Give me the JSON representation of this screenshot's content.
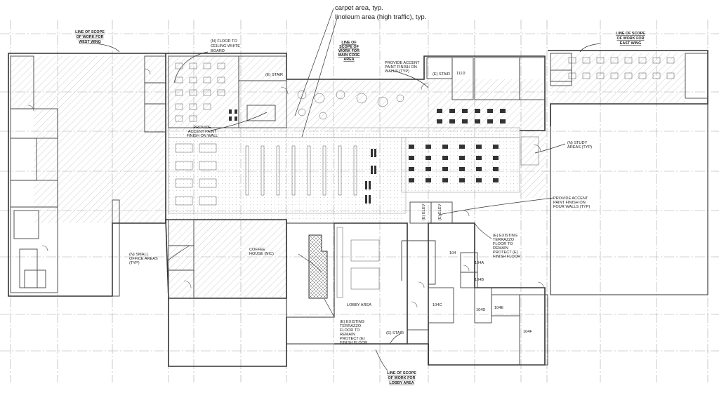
{
  "callouts": {
    "carpet": "carpet area, typ.",
    "linoleum": "linoleum area (high traffic), typ."
  },
  "scope": {
    "west": [
      "LINE OF SCOPE",
      "OF WORK FOR",
      "WEST WING"
    ],
    "main_core": [
      "LINE OF",
      "SCOPE OF",
      "WORK FOR",
      "MAIN CORE",
      "AREA"
    ],
    "east": [
      "LINE OF SCOPE",
      "OF WORK FOR",
      "EAST WING"
    ],
    "lobby": [
      "LINE OF SCOPE",
      "OF WORK FOR",
      "LOBBY AREA"
    ]
  },
  "notes": {
    "whiteboard": [
      "(N) FLOOR TO",
      "CEILING WHITE",
      "BOARD"
    ],
    "accent_walls": [
      "PROVIDE ACCENT",
      "PAINT FINISH ON",
      "WALLS (TYP)"
    ],
    "accent_wall": [
      "PROVIDE",
      "ACCENT PAINT",
      "FINISH ON  WALL"
    ],
    "study": [
      "(N) STUDY",
      "AREAS (TYP)"
    ],
    "four_walls": [
      "PROVIDE ACCENT",
      "PAINT FINISH ON",
      "FOUR WALLS (TYP)"
    ],
    "terrazzo_east": [
      "(E) EXISTING",
      "TERRAZZO",
      "FLOOR TO",
      "REMAIN",
      "PROTECT (E)",
      "FINISH FLOOR"
    ],
    "terrazzo_lobby": [
      "(E) EXISTING",
      "TERRAZZO",
      "FLOOR TO",
      "REMAIN",
      "PROTECT (E)",
      "FINISH FLOOR"
    ],
    "small_office": [
      "(N) SMALL",
      "OFFICE AREAS",
      "(TYP)"
    ],
    "coffee": [
      "COFFEE",
      "HOUSE (NIC)"
    ]
  },
  "rooms": {
    "stair_w": "(E) STAIR",
    "stair_e": "(E) STAIR",
    "r111d": "111D",
    "elev1": "(E) ELEV",
    "elev2": "(E) ELEV",
    "r104": "104",
    "r104a": "104A",
    "r104b": "104B",
    "r104c": "104C",
    "r104d": "104D",
    "r104e": "104E",
    "r104f": "104F",
    "lobby": "LOBBY AREA",
    "stair_lobby": "(E) STAIR"
  }
}
